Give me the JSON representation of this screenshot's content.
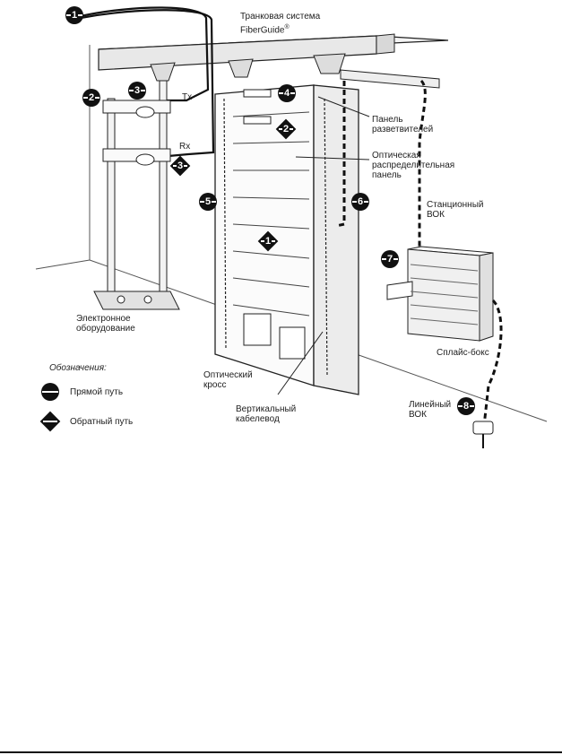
{
  "labels": {
    "trunk_system": "Транковая система",
    "fiberguide": "FiberGuide",
    "fiberguide_mark": "®",
    "tx": "Tx",
    "rx": "Rx",
    "splitter_panel": "Панель\nразветвителей",
    "distribution_panel": "Оптическая\nраспределительная\nпанель",
    "station_cable": "Станционный\nВОК",
    "electronic_equipment": "Электронное\nоборудование",
    "splice_box": "Сплайс-бокс",
    "optical_cross": "Оптический\nкросс",
    "vertical_duct": "Вертикальный\nкабелевод",
    "line_cable": "Линейный\nВОК"
  },
  "legend": {
    "title": "Обозначения:",
    "forward": "Прямой путь",
    "reverse": "Обратный путь"
  },
  "markers": {
    "m1": "1",
    "m2": "2",
    "m3": "3",
    "m4": "4",
    "m5": "5",
    "m6": "6",
    "m7": "7",
    "m8": "8",
    "d2": "2",
    "d3": "3",
    "d1": "1"
  },
  "colors": {
    "ink": "#111111",
    "line": "#333333",
    "fill": "#f2f2f2"
  }
}
